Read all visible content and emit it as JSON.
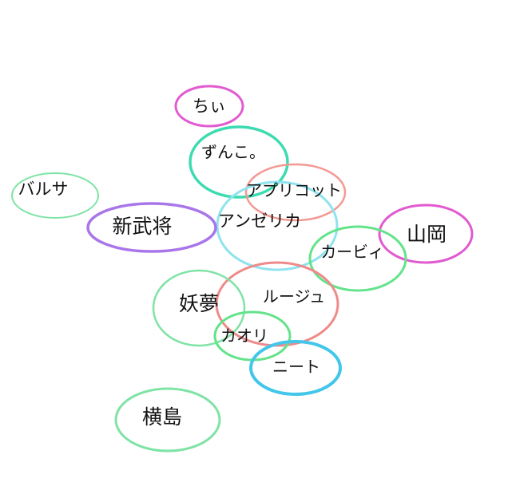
{
  "colors": {
    "magenta": "#e25ad0",
    "mint": "#7fe3a6",
    "teal": "#3ddbb1",
    "salmon": "#f29a93",
    "cyan": "#8fe3ef",
    "purple": "#a976ea",
    "green": "#63e38a",
    "red": "#ef8a8a",
    "blue": "#42c6ea",
    "text": "#111111"
  },
  "nodes": [
    {
      "id": "chii",
      "label": "ちぃ"
    },
    {
      "id": "zunko",
      "label": "ずんこ。"
    },
    {
      "id": "barusa",
      "label": "バルサ"
    },
    {
      "id": "apricot",
      "label": "アプリコット"
    },
    {
      "id": "angelica",
      "label": "アンゼリカ"
    },
    {
      "id": "shinbusho",
      "label": "新武将"
    },
    {
      "id": "yamaoka",
      "label": "山岡"
    },
    {
      "id": "kaby",
      "label": "カービィ"
    },
    {
      "id": "rouge",
      "label": "ルージュ"
    },
    {
      "id": "youmu",
      "label": "妖夢"
    },
    {
      "id": "kaori",
      "label": "カオリ"
    },
    {
      "id": "neet",
      "label": "ニート"
    },
    {
      "id": "yokoshima",
      "label": "横島"
    }
  ]
}
